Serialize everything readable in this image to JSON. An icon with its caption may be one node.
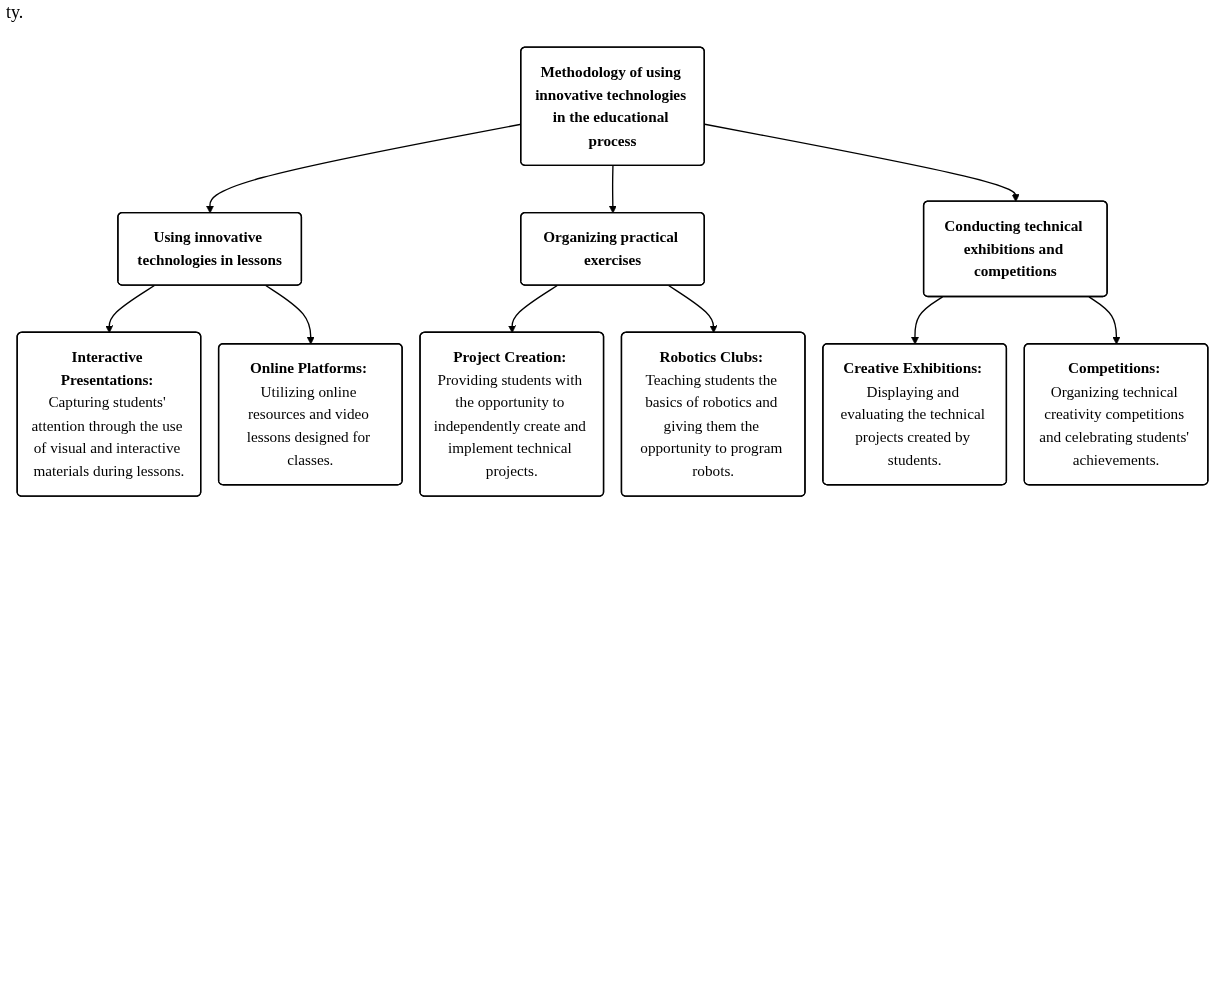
{
  "diagram": {
    "nodes": [
      {
        "text": [
          "Methodology of using innovative technologies in the educational process"
        ]
      },
      {
        "text": [
          "Using innovative technologies in lessons"
        ]
      },
      {
        "text": [
          "Organizing practical exercises"
        ]
      },
      {
        "text": [
          "Conducting technical exhibitions and competitions"
        ]
      },
      {
        "text": [
          "Interactive Presentations:",
          "Capturing students' attention through the use of visual and interactive materials during lessons."
        ]
      },
      {
        "text": [
          "Online Platforms:",
          "Utilizing online resources and video lessons designed for classes."
        ]
      },
      {
        "text": [
          "Project Creation:",
          "Providing students with the opportunity to independently create and implement technical projects."
        ]
      },
      {
        "text": [
          "Robotics Clubs:",
          "Teaching students the basics of robotics and giving them the opportunity to program robots."
        ]
      },
      {
        "text": [
          "Creative Exhibitions:",
          "Displaying and evaluating the technical projects created by students."
        ]
      },
      {
        "text": [
          "Competitions:",
          "Organizing technical creativity competitions and celebrating students' achievements."
        ]
      }
    ],
    "edges": [
      {
        "from": 0,
        "to": 1,
        "arrow": "to"
      },
      {
        "from": 0,
        "to": 2,
        "arrow": "to"
      },
      {
        "from": 0,
        "to": 3,
        "arrow": "to"
      },
      {
        "from": 1,
        "to": 4,
        "arrow": "to"
      },
      {
        "from": 1,
        "to": 5,
        "arrow": "to"
      },
      {
        "from": 2,
        "to": 6,
        "arrow": "to"
      },
      {
        "from": 2,
        "to": 7,
        "arrow": "to"
      },
      {
        "from": 3,
        "to": 8,
        "arrow": "to"
      },
      {
        "from": 3,
        "to": 9,
        "arrow": "to"
      }
    ],
    "labels": [
      "ty."
    ]
  }
}
